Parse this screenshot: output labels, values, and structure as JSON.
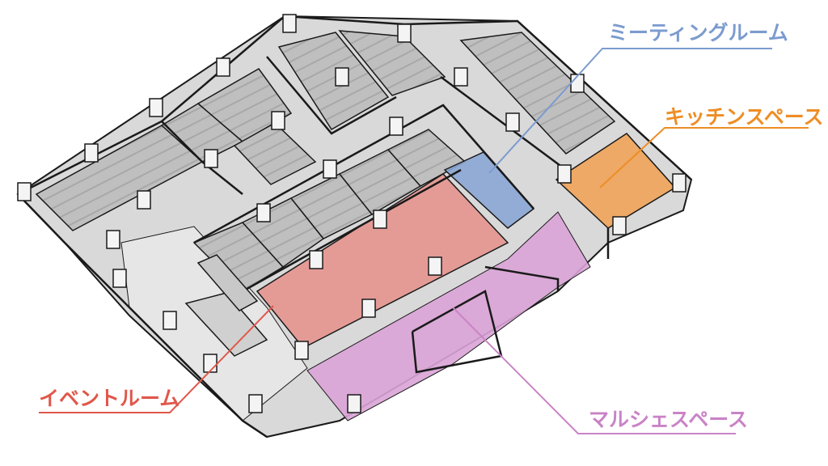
{
  "labels": {
    "meeting_room": "ミーティングルーム",
    "kitchen_space": "キッチンスペース",
    "event_room": "イベントルーム",
    "marche_space": "マルシェスペース"
  },
  "colors": {
    "meeting_room": "#7b9bcf",
    "kitchen_space": "#ee8d26",
    "event_room": "#e0574a",
    "marche_space": "#c983c6",
    "wall_top": "#f2f2f2",
    "wall_side": "#9c9c9c",
    "floor": "#bdbdbd",
    "floor_line": "#a9a9a9",
    "outline": "#1a1a1a"
  }
}
